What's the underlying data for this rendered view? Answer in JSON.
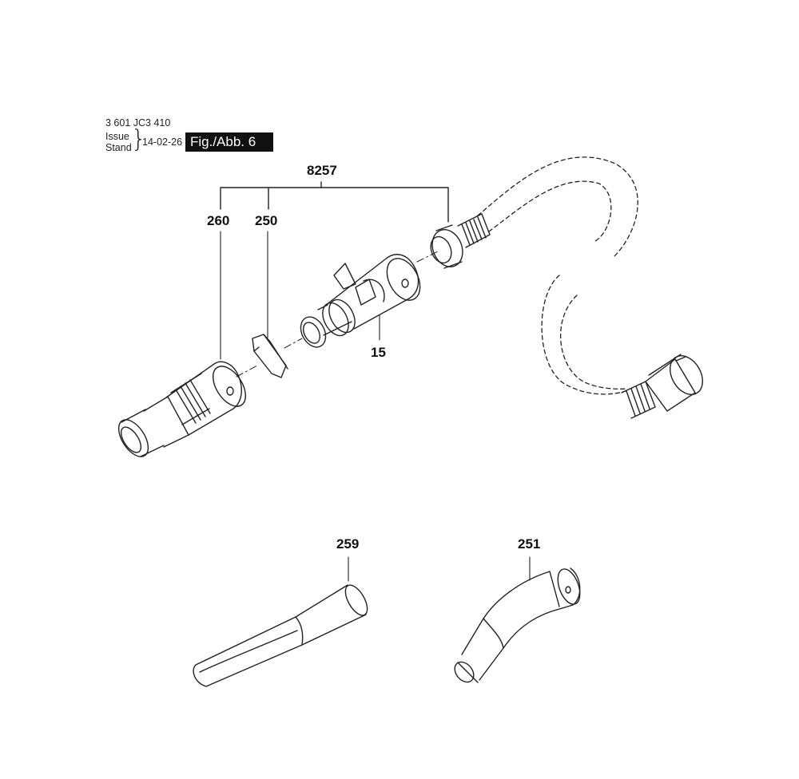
{
  "header": {
    "part_number": "3 601 JC3 410",
    "issue_label": "Issue",
    "stand_label": "Stand",
    "date": "14-02-26",
    "figure_label": "Fig./Abb. 6"
  },
  "callouts": {
    "assembly": "8257",
    "nozzle_260": "260",
    "clip_250": "250",
    "adapter_15": "15",
    "crevice_259": "259",
    "elbow_251": "251"
  }
}
